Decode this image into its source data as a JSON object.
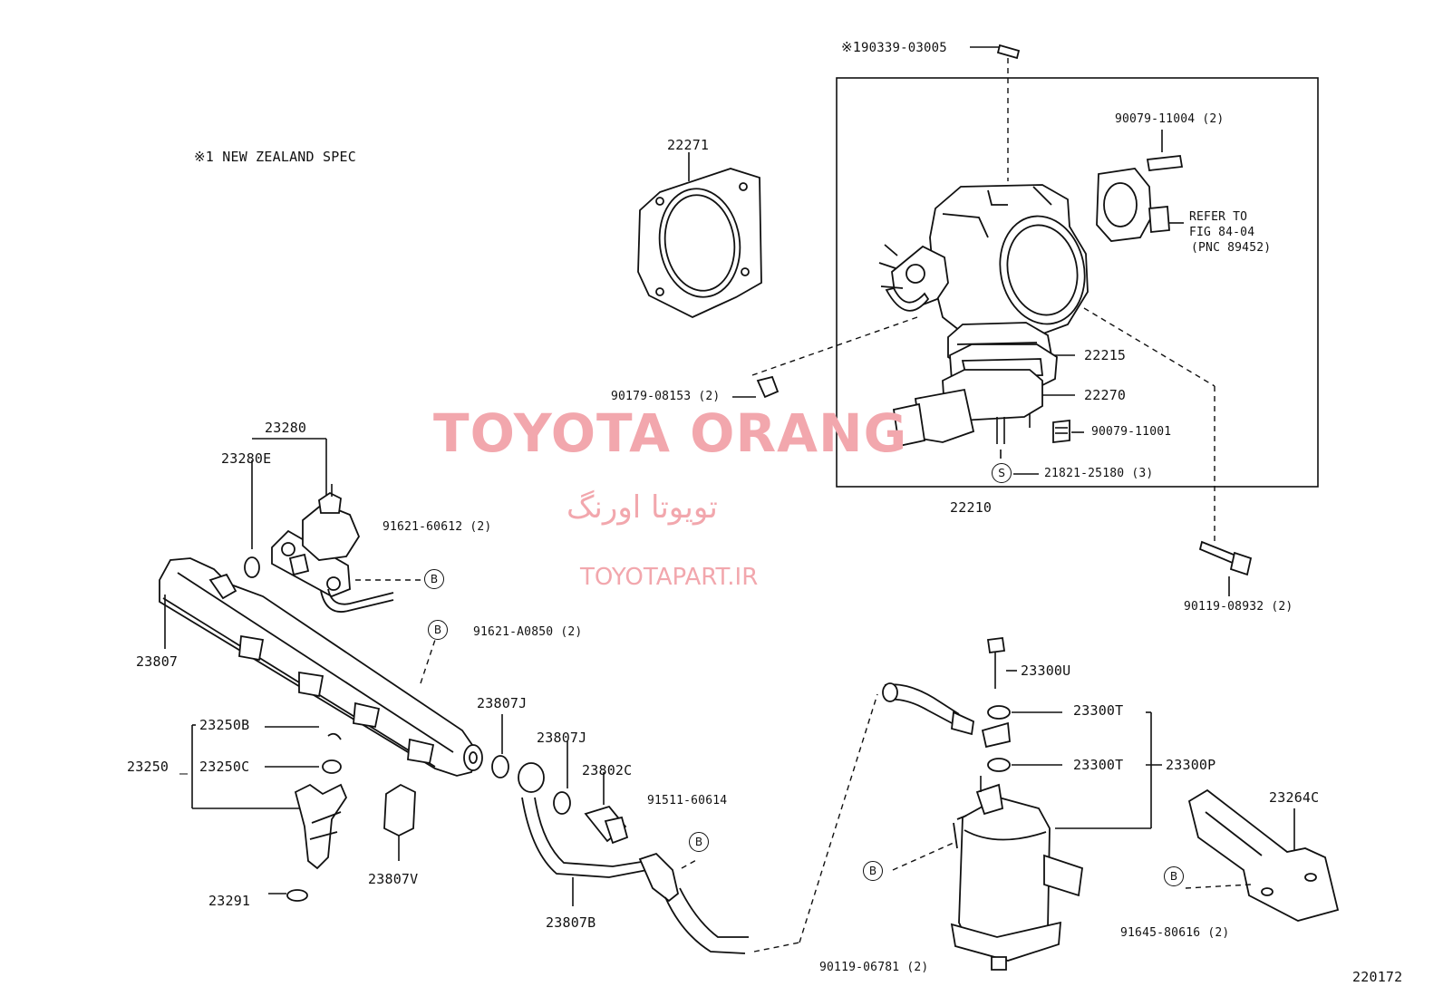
{
  "note": {
    "mark": "※1",
    "text": "NEW ZEALAND SPEC"
  },
  "watermark": {
    "title": "TOYOTA ORANG",
    "persian": "تویوتا اورنگ",
    "url": "TOYOTAPART.IR",
    "color": "#f2a7ad"
  },
  "figure_number": "220172",
  "parts": {
    "p90339": {
      "mark": "※1",
      "num": "90339-03005"
    },
    "p22271": "22271",
    "p90079_11004": "90079-11004 (2)",
    "refer": {
      "l1": "REFER TO",
      "l2": "FIG 84-04",
      "l3": "(PNC 89452)"
    },
    "p22215": "22215",
    "p22270": "22270",
    "p90179": "90179-08153 (2)",
    "p90079_11001": "90079-11001",
    "p21821": "21821-25180 (3)",
    "p22210": "22210",
    "p23280": "23280",
    "p23280E": "23280E",
    "p91621_60612": "91621-60612 (2)",
    "p90119_08932": "90119-08932 (2)",
    "p23807": "23807",
    "p91621_A0850": "91621-A0850 (2)",
    "p23300U": "23300U",
    "p23807J_a": "23807J",
    "p23807J_b": "23807J",
    "p23250B": "23250B",
    "p23300T_a": "23300T",
    "p23250": "23250",
    "p23250C": "23250C",
    "p23802C": "23802C",
    "p23300T_b": "23300T",
    "p23300P": "23300P",
    "p91511": "91511-60614",
    "p23264C": "23264C",
    "p23807V": "23807V",
    "p23291": "23291",
    "p23807B": "23807B",
    "p90119_06781": "90119-06781 (2)",
    "p91645": "91645-80616 (2)"
  },
  "markers": {
    "S": "S",
    "B": "B"
  }
}
